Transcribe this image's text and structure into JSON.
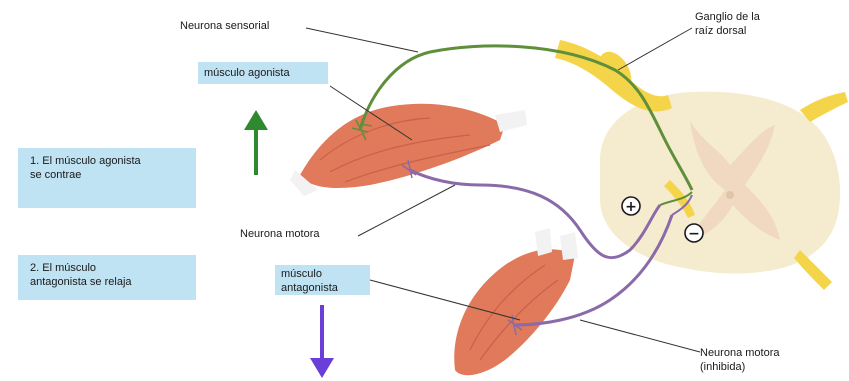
{
  "labels": {
    "sensory_neuron": "Neurona sensorial",
    "ganglion_line1": "Ganglio de la",
    "ganglion_line2": "raíz dorsal",
    "agonist_muscle": "músculo agonista",
    "motor_neuron": "Neurona motora",
    "antagonist_line1": "músculo",
    "antagonist_line2": "antagonista",
    "inhibited_line1": "Neurona motora",
    "inhibited_line2": "(inhibida)"
  },
  "steps": [
    {
      "line1": "1. El músculo agonista",
      "line2": "se contrae"
    },
    {
      "line1": "2. El músculo",
      "line2": "antagonista se relaja"
    }
  ],
  "symbols": {
    "plus": "+",
    "minus": "−"
  },
  "colors": {
    "sensory": "#5f8f3a",
    "motor": "#8a6aa8",
    "muscle": "#e07a5a",
    "spinal_cord": "#f5ecd0",
    "ganglion": "#f4d54a",
    "label_box": "#bfe3f3",
    "arrow_up": "#2f8a2f",
    "arrow_down": "#6a3fd8"
  }
}
